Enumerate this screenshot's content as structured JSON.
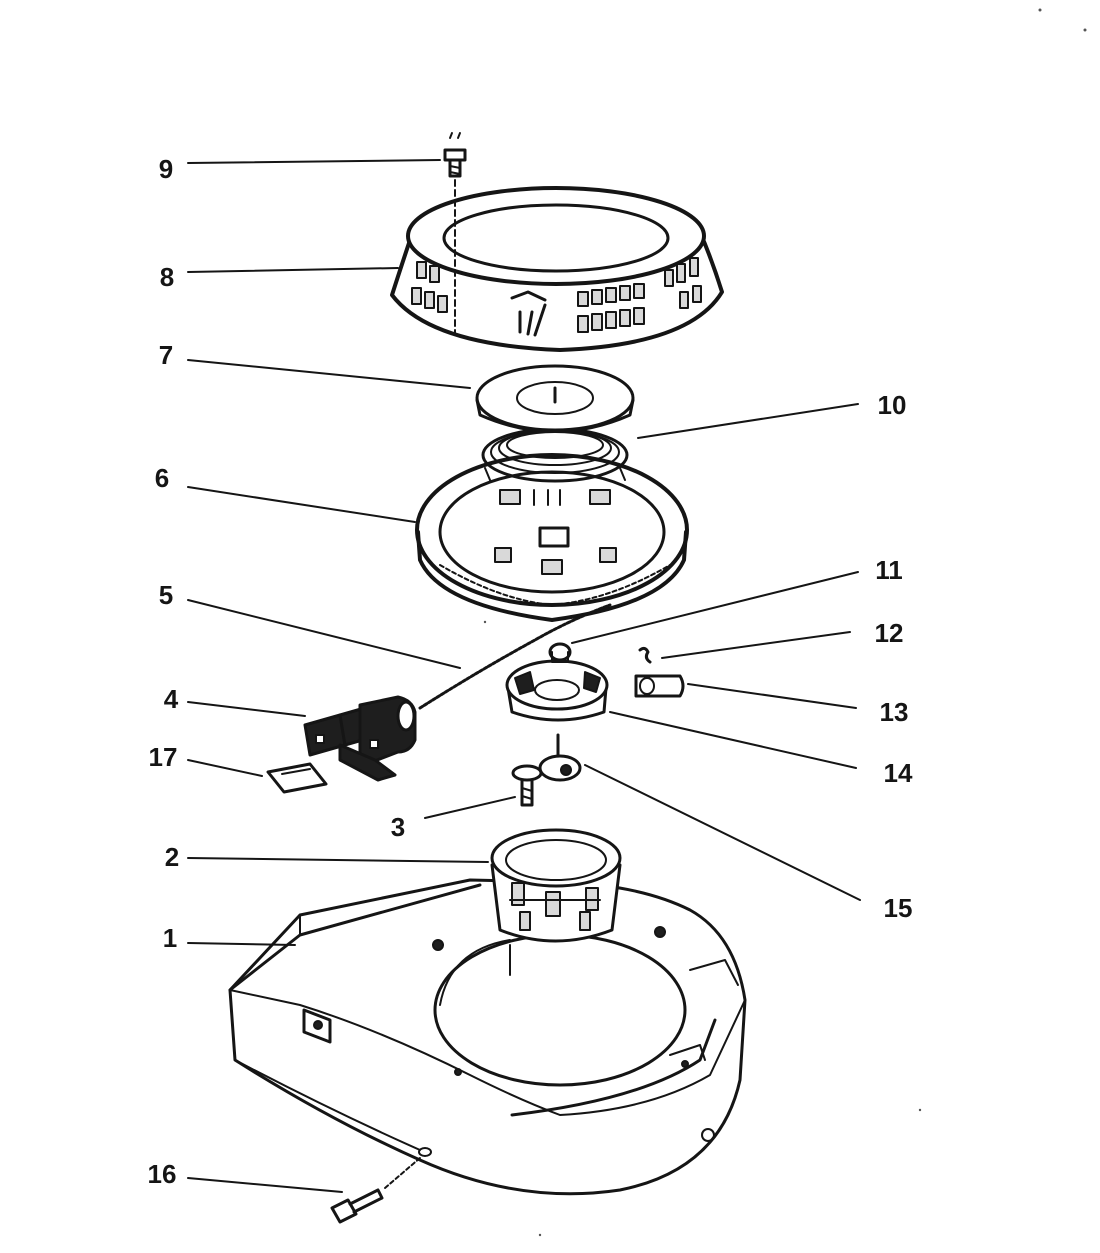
{
  "callouts": [
    {
      "id": "9",
      "label": "9"
    },
    {
      "id": "8",
      "label": "8"
    },
    {
      "id": "7",
      "label": "7"
    },
    {
      "id": "10",
      "label": "10"
    },
    {
      "id": "6",
      "label": "6"
    },
    {
      "id": "11",
      "label": "11"
    },
    {
      "id": "5",
      "label": "5"
    },
    {
      "id": "12",
      "label": "12"
    },
    {
      "id": "4",
      "label": "4"
    },
    {
      "id": "13",
      "label": "13"
    },
    {
      "id": "17",
      "label": "17"
    },
    {
      "id": "14",
      "label": "14"
    },
    {
      "id": "3",
      "label": "3"
    },
    {
      "id": "2",
      "label": "2"
    },
    {
      "id": "15",
      "label": "15"
    },
    {
      "id": "1",
      "label": "1"
    },
    {
      "id": "16",
      "label": "16"
    }
  ],
  "colors": {
    "ink": "#151515",
    "paper": "#ffffff"
  }
}
